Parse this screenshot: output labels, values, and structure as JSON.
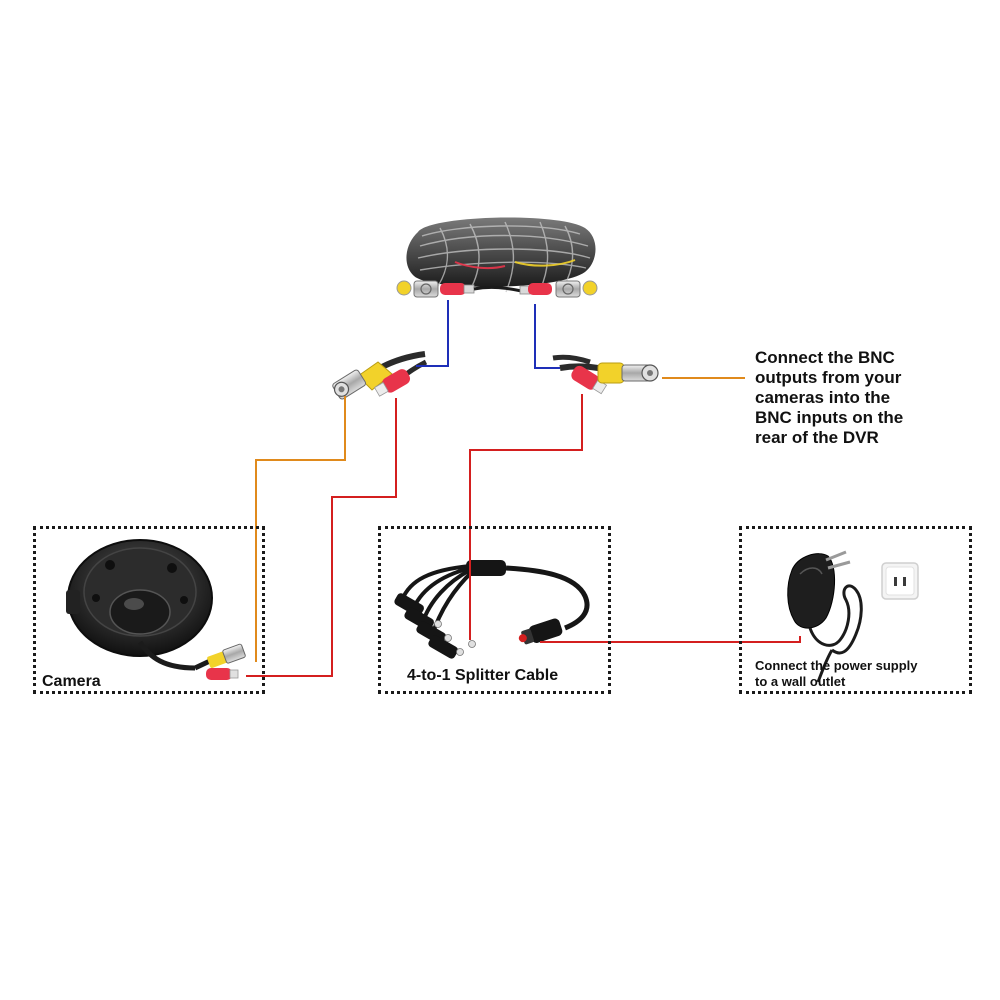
{
  "labels": {
    "camera": "Camera",
    "splitter": "4-to-1 Splitter Cable",
    "bnc_note": [
      "Connect the BNC",
      "outputs from your",
      "cameras into the",
      "BNC inputs on the",
      "rear of the DVR"
    ],
    "power_note": [
      "Connect the power supply",
      "to a wall outlet"
    ]
  },
  "colors": {
    "video_line": "#e08a1c",
    "power_line": "#d41f1f",
    "coil_link_line": "#1e2fb8",
    "box_border": "#1a1a1a",
    "bnc_yellow": "#f2d22a",
    "dc_red": "#e8344a",
    "cable_black": "#1b1b1b"
  },
  "icons": [
    "coiled-cable-icon",
    "bnc-power-connector-pair-icon",
    "dome-camera-icon",
    "splitter-cable-icon",
    "power-adapter-icon",
    "wall-outlet-icon"
  ]
}
